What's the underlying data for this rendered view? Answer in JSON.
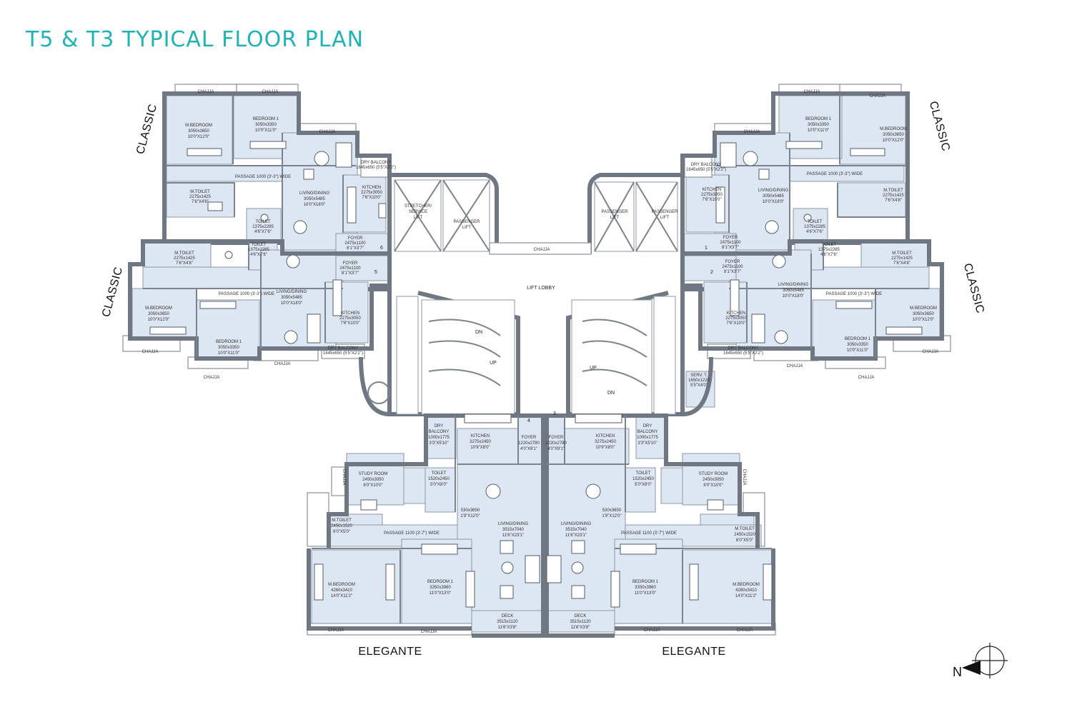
{
  "title": "T5 & T3 TYPICAL FLOOR PLAN",
  "wing_labels": {
    "classic_top_left": "CLASSIC",
    "classic_mid_left": "CLASSIC",
    "classic_top_right": "CLASSIC",
    "classic_mid_right": "CLASSIC",
    "elegante_left": "ELEGANTE",
    "elegante_right": "ELEGANTE"
  },
  "common": {
    "lift_lobby": "LIFT LOBBY",
    "stretcher_lift": [
      "STRETCHER/",
      "SERVICE",
      "LIFT"
    ],
    "passenger_lift": [
      "PASSENGER",
      "LIFT"
    ],
    "chajja": "CHAJJA",
    "up": "UP",
    "dn": "DN",
    "unit_numbers": [
      "1",
      "2",
      "3",
      "4",
      "5",
      "6"
    ]
  },
  "classic_rooms": {
    "m_bedroom": [
      "M.BEDROOM",
      "3050x3650",
      "10'0\"X12'0\""
    ],
    "bedroom1": [
      "BEDROOM 1",
      "3050x3350",
      "10'0\"X11'0\""
    ],
    "m_toilet": [
      "M.TOILET",
      "2275x1425",
      "7'6\"X4'8\""
    ],
    "toilet": [
      "TOILET",
      "1375x2285",
      "4'6\"X7'6\""
    ],
    "passage": "PASSAGE 1000 (3'-3\") WIDE",
    "living": [
      "LIVING/DINING",
      "3050x5485",
      "10'0\"X18'0\""
    ],
    "kitchen": [
      "KITCHEN",
      "2275x3050",
      "7'6\"X10'0\""
    ],
    "dry_balcony": [
      "DRY BALCONY",
      "1645x650 (5'5\"X2'2\")"
    ],
    "foyer": [
      "FOYER",
      "2475x1100",
      "8'1\"X3'7\""
    ],
    "serv_toilet": [
      "SERV. T.",
      "1650x1220",
      "5'5\"X4'0\""
    ]
  },
  "elegante_rooms": {
    "study": [
      "STUDY ROOM",
      "2450x3050",
      "8'0\"X10'0\""
    ],
    "dry_balcony": [
      "DRY",
      "BALCONY",
      "1000x1775",
      "3'3\"X5'10\""
    ],
    "kitchen": [
      "KITCHEN",
      "3275x2450",
      "10'9\"X8'0\""
    ],
    "foyer": [
      "FOYER",
      "1220x2780",
      "4'0\"X9'1\""
    ],
    "toilet": [
      "TOILET",
      "1520x2450",
      "5'0\"X8'0\""
    ],
    "alcove": [
      "530x3650",
      "1'9\"X12'0\""
    ],
    "m_toilet": [
      "M.TOILET",
      "2450x1520",
      "8'0\"X5'0\""
    ],
    "passage": "PASSAGE 1100 (3'-7\") WIDE",
    "living": [
      "LIVING/DINING",
      "3515x7040",
      "11'6\"X23'1\""
    ],
    "m_bedroom": [
      "M.BEDROOM",
      "4260x3410",
      "14'0\"X11'2\""
    ],
    "bedroom1": [
      "BEDROOM 1",
      "3350x3960",
      "11'0\"X13'0\""
    ],
    "deck": [
      "DECK",
      "3515x1120",
      "11'6\"X3'8\""
    ]
  },
  "compass_label": "N",
  "colors": {
    "title": "#1fb3b6",
    "room_fill": "#dde6f3",
    "wall": "#6f7782",
    "balcony": "#ffffff"
  }
}
